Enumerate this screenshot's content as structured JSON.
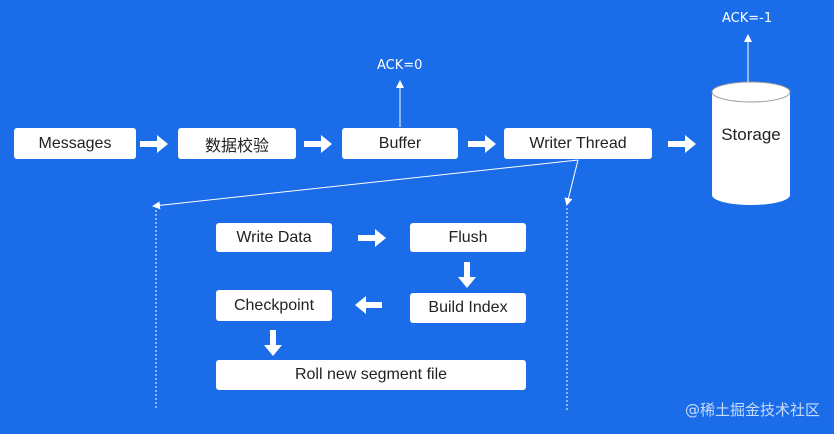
{
  "top_row": {
    "messages": "Messages",
    "validate": "数据校验",
    "buffer": "Buffer",
    "writer_thread": "Writer Thread",
    "storage": "Storage"
  },
  "ack": {
    "buffer": "ACK=0",
    "storage": "ACK=-1"
  },
  "detail": {
    "write_data": "Write Data",
    "flush": "Flush",
    "build_index": "Build Index",
    "checkpoint": "Checkpoint",
    "roll_segment": "Roll new segment file"
  },
  "watermark": "@稀土掘金技术社区"
}
